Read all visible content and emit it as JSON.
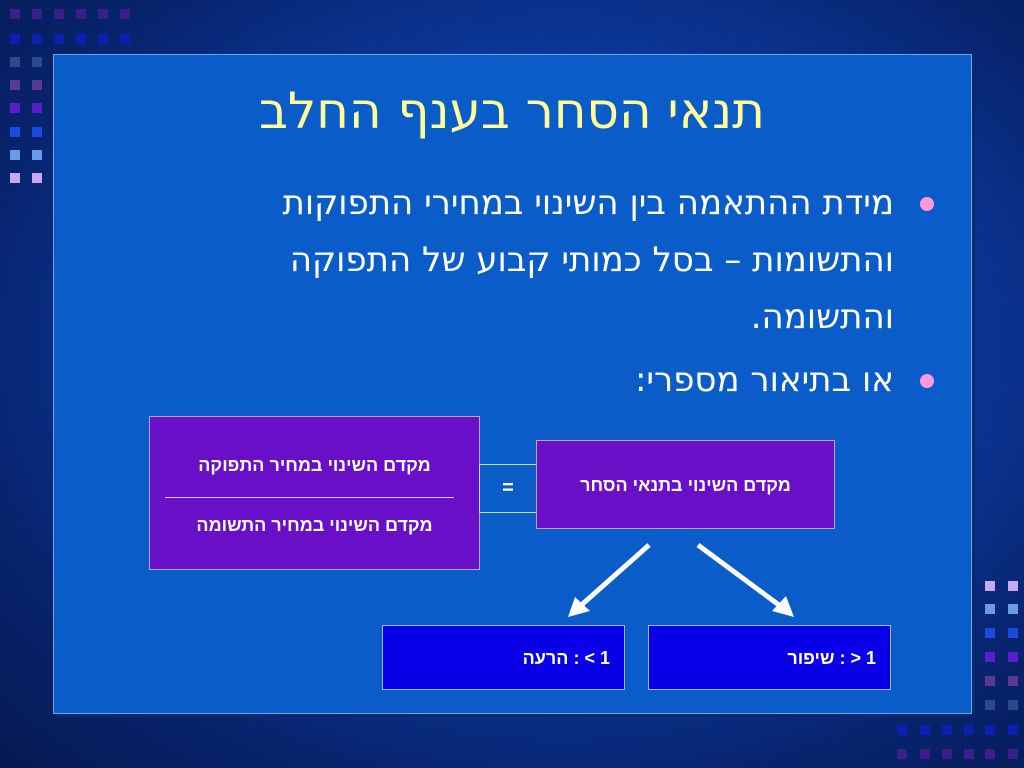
{
  "slide": {
    "title": "תנאי הסחר בענף החלב",
    "bullets": [
      {
        "lines": [
          "מידת ההתאמה בין השינוי במחירי התפוקות",
          "והתשומות – בסל כמותי קבוע של התפוקה",
          "והתשומה."
        ]
      },
      {
        "lines": [
          "או בתיאור מספרי:"
        ]
      }
    ]
  },
  "diagram": {
    "fraction_numerator": "מקדם השינוי במחיר התפוקה",
    "fraction_denominator": "מקדם השינוי במחיר התשומה",
    "equals": "=",
    "result_label": "מקדם השינוי בתנאי הסחר",
    "outcome_left": "1 > : הרעה",
    "outcome_right": "1 < :  שיפור"
  },
  "colors": {
    "background": "#0c3a9e",
    "panel": "#0a5cc8",
    "title": "#ffff99",
    "bullet_dot": "#ff99dd",
    "box_purple": "#6a0fc8",
    "box_blue": "#0a00e8"
  }
}
